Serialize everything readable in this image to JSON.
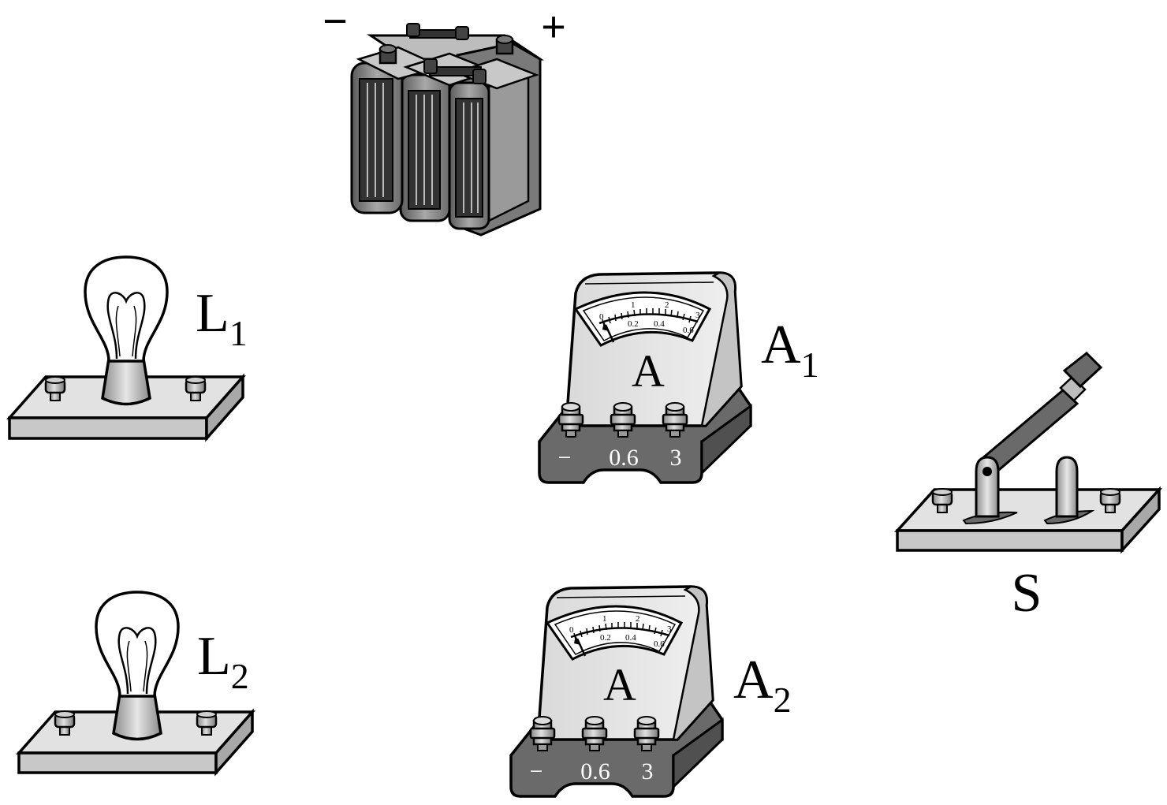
{
  "battery": {
    "minus_sign": "−",
    "plus_sign": "+"
  },
  "bulbs": [
    {
      "label_main": "L",
      "label_sub": "1"
    },
    {
      "label_main": "L",
      "label_sub": "2"
    }
  ],
  "ammeters": [
    {
      "label_main": "A",
      "label_sub": "1",
      "face_letter": "A",
      "scale_top": [
        "0",
        "1",
        "2",
        "3"
      ],
      "scale_bottom": [
        "0.2",
        "0.4",
        "0.6"
      ],
      "terminals": [
        "−",
        "0.6",
        "3"
      ]
    },
    {
      "label_main": "A",
      "label_sub": "2",
      "face_letter": "A",
      "scale_top": [
        "0",
        "1",
        "2",
        "3"
      ],
      "scale_bottom": [
        "0.2",
        "0.4",
        "0.6"
      ],
      "terminals": [
        "−",
        "0.6",
        "3"
      ]
    }
  ],
  "switch": {
    "label": "S"
  },
  "colors": {
    "outline": "#000000",
    "light_gray": "#d2d2d2",
    "mid_gray": "#9a9a9a",
    "dark_gray": "#555555",
    "face_white": "#ffffff"
  }
}
